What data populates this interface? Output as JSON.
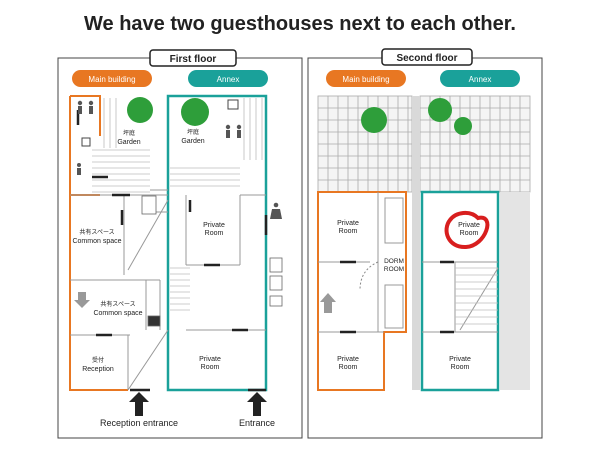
{
  "title": "We have two guesthouses next to each other.",
  "floors": {
    "first": {
      "label": "First floor",
      "main_building_tag": "Main building",
      "annex_tag": "Annex",
      "garden_main_jp": "坪庭",
      "garden_main_en": "Garden",
      "garden_annex_jp": "坪庭",
      "garden_annex_en": "Garden",
      "common_space_1_jp": "共有スペース",
      "common_space_1_en": "Common space",
      "common_space_2_jp": "共有スペース",
      "common_space_2_en": "Common space",
      "reception_jp": "受付",
      "reception_en": "Reception",
      "private_room_1": [
        "Private",
        "Room"
      ],
      "private_room_2": [
        "Private",
        "Room"
      ],
      "reception_entrance": "Reception entrance",
      "entrance": "Entrance"
    },
    "second": {
      "label": "Second floor",
      "main_building_tag": "Main building",
      "annex_tag": "Annex",
      "private_room_1": [
        "Private",
        "Room"
      ],
      "dorm_room": [
        "DORM",
        "ROOM"
      ],
      "private_room_2": [
        "Private",
        "Room"
      ],
      "private_room_highlight": [
        "Private",
        "Room"
      ],
      "private_room_3": [
        "Private",
        "Room"
      ]
    }
  },
  "colors": {
    "main_building": "#e87722",
    "annex": "#1aa19a",
    "highlight": "#d81e1e",
    "tree": "#2e9e3a"
  }
}
